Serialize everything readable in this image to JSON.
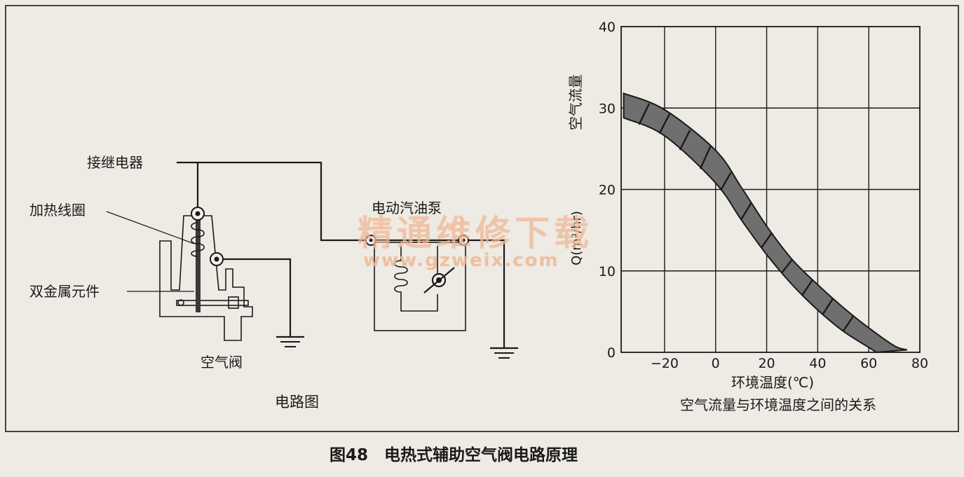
{
  "circuit": {
    "relay_label": "接继电器",
    "coil_label": "加热线圈",
    "bimetal_label": "双金属元件",
    "air_valve_label": "空气阀",
    "pump_label": "电动汽油泵",
    "subcaption": "电路图"
  },
  "watermark": {
    "line1": "精通维修下载",
    "line2": "www.gzweix.com"
  },
  "chart_data": {
    "type": "area",
    "title": "空气流量与环境温度之间的关系",
    "xlabel": "环境温度(℃)",
    "ylabel": "空气流量",
    "ylabel_unit": "Q(m³/hr)",
    "xlim": [
      -37,
      80
    ],
    "ylim": [
      0,
      40
    ],
    "xticks": [
      -20,
      0,
      20,
      40,
      60,
      80
    ],
    "yticks": [
      0,
      10,
      20,
      30,
      40
    ],
    "grid": true,
    "series": [
      {
        "upper": {
          "x": [
            -36,
            -20,
            0,
            10,
            20,
            30,
            40,
            50,
            60,
            70,
            75
          ],
          "y": [
            31.8,
            29.8,
            24.8,
            20.3,
            15.5,
            11.4,
            8.3,
            5.5,
            3.0,
            0.8,
            0.3
          ]
        },
        "lower": {
          "x": [
            -36,
            -20,
            0,
            10,
            20,
            30,
            40,
            50,
            60,
            63
          ],
          "y": [
            28.8,
            26.6,
            20.8,
            16.3,
            12.0,
            8.3,
            5.2,
            2.6,
            0.6,
            0.0
          ]
        }
      }
    ],
    "fill_color": "#6f6f6f"
  },
  "figure": {
    "caption": "图48　电热式辅助空气阀电路原理"
  }
}
